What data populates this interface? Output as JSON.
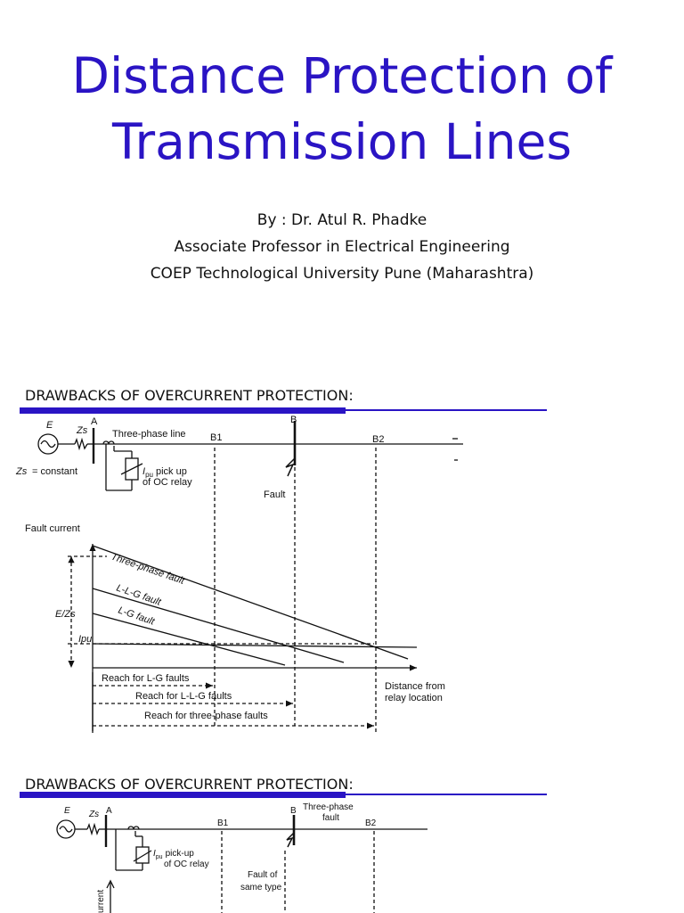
{
  "title": {
    "line1": "Distance Protection of",
    "line2": "Transmission Lines"
  },
  "author": {
    "by": "By : Dr. Atul R. Phadke",
    "position": "Associate Professor in Electrical Engineering",
    "affiliation": "COEP Technological University Pune (Maharashtra)"
  },
  "section1": {
    "heading": "DRAWBACKS OF OVERCURRENT PROTECTION:",
    "figure": {
      "source_label": "E",
      "zs_label": "Zs",
      "zs_constant": "= constant",
      "node_a": "A",
      "line_label": "Three-phase line",
      "node_b1": "B1",
      "node_b": "B",
      "node_b2": "B2",
      "ipu_pickup": "pick up",
      "oc_relay": "of OC relay",
      "fault": "Fault",
      "y_label": "Fault current",
      "ez_label": "E/Zs",
      "ipu_label": "Ipu",
      "curve_3ph": "Three-phase fault",
      "curve_llg": "L-L-G fault",
      "curve_lg": "L-G fault",
      "reach_lg": "Reach for L-G faults",
      "reach_llg": "Reach for L-L-G faults",
      "reach_3ph": "Reach for three-phase faults",
      "x_label_1": "Distance from",
      "x_label_2": "relay location"
    }
  },
  "section2": {
    "heading": "DRAWBACKS OF OVERCURRENT PROTECTION:",
    "figure": {
      "source_label": "E",
      "zs_label": "Zs",
      "node_a": "A",
      "node_b1": "B1",
      "node_b": "B",
      "fault_type_1": "Three-phase",
      "fault_type_2": "fault",
      "node_b2": "B2",
      "ipu_pickup": "pick-up",
      "oc_relay": "of OC relay",
      "fault_of": "Fault of",
      "same_type": "same type",
      "y_label_partial": "urrent"
    }
  },
  "colors": {
    "title": "#2a14c4",
    "rule": "#2a14c4",
    "text": "#111111"
  }
}
